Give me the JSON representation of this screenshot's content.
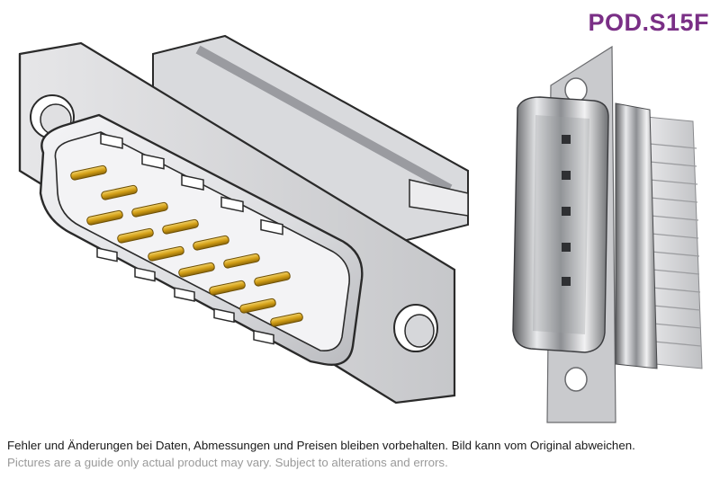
{
  "product": {
    "code": "POD.S15F",
    "code_color": "#7a2f86"
  },
  "images": [
    {
      "name": "connector-3d-render-icon",
      "subject": "D-sub 15-pin male connector, CAD render, gold pins"
    },
    {
      "name": "connector-photo-icon",
      "subject": "D-sub 15-pin connector photo, side view, metal shell"
    }
  ],
  "disclaimer": {
    "german": "Fehler und Änderungen bei Daten, Abmessungen und Preisen bleiben vorbehalten. Bild kann vom Original abweichen.",
    "english": "Pictures are a guide only actual product may vary. Subject to alterations and errors."
  },
  "colors": {
    "pins": "#d4a017",
    "shell": "#e8e8ea",
    "outline": "#2a2a2a"
  }
}
